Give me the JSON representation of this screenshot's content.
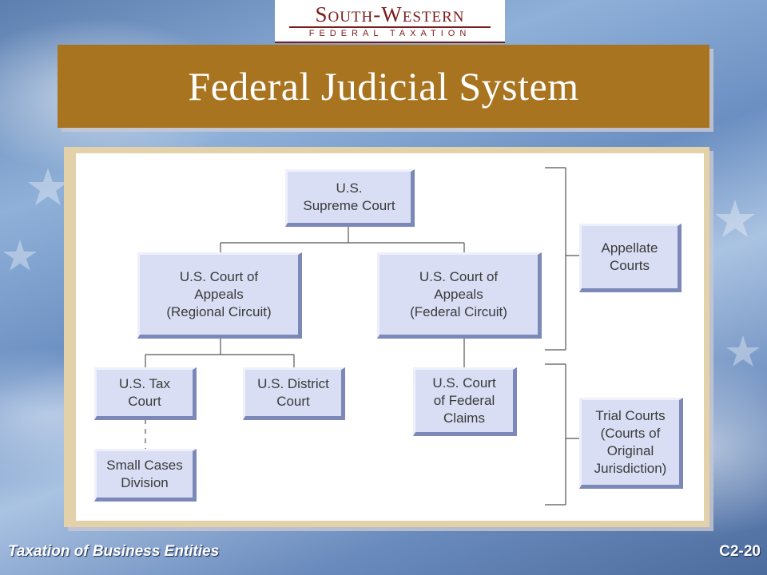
{
  "logo": {
    "main": "South-Western",
    "sub": "FEDERAL TAXATION"
  },
  "title": "Federal Judicial System",
  "nodes": {
    "supreme": "U.S.\nSupreme Court",
    "appeals_regional": "U.S. Court of\nAppeals\n(Regional Circuit)",
    "appeals_federal": "U.S. Court of\nAppeals\n(Federal Circuit)",
    "tax_court": "U.S. Tax\nCourt",
    "district_court": "U.S. District\nCourt",
    "federal_claims": "U.S. Court\nof Federal\nClaims",
    "small_cases": "Small Cases\nDivision"
  },
  "legend": {
    "appellate": "Appellate\nCourts",
    "trial": "Trial Courts\n(Courts of\nOriginal\nJurisdiction)"
  },
  "footer": {
    "course": "Taxation of Business Entities",
    "slide": "C2-20"
  },
  "colors": {
    "banner": "#a87420",
    "box_fill": "#d9def4",
    "box_shadow": "#7c89b8",
    "panel": "#e2d1a9"
  }
}
